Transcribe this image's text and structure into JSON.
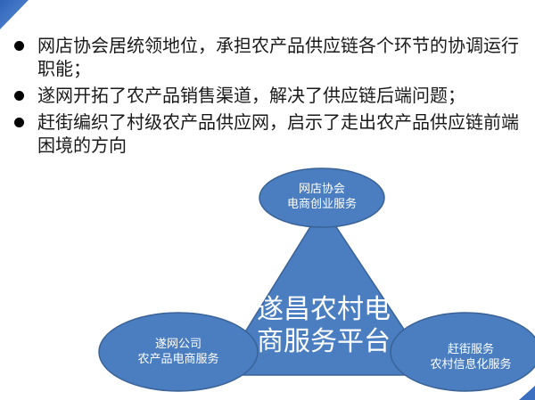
{
  "colors": {
    "shape_fill": "#4a7ec1",
    "shape_stroke": "#3a6296",
    "corner_accent": "#3b6fc0",
    "text": "#1a1a1a",
    "node_text": "#ffffff"
  },
  "bullets": [
    {
      "text": "网店协会居统领地位，承担农产品供应链各个环节的协调运行职能；"
    },
    {
      "text": "遂网开拓了农产品销售渠道，解决了供应链后端问题；"
    },
    {
      "text": "赶街编织了村级农产品供应网，启示了走出农产品供应链前端困境的方向"
    }
  ],
  "diagram": {
    "center": {
      "line1": "遂昌农村电",
      "line2": "商服务平台"
    },
    "top_node": {
      "line1": "网店协会",
      "line2": "电商创业服务"
    },
    "left_node": {
      "line1": "遂网公司",
      "line2": "农产品电商服务"
    },
    "right_node": {
      "line1": "赶街服务",
      "line2": "农村信息化服务"
    }
  }
}
